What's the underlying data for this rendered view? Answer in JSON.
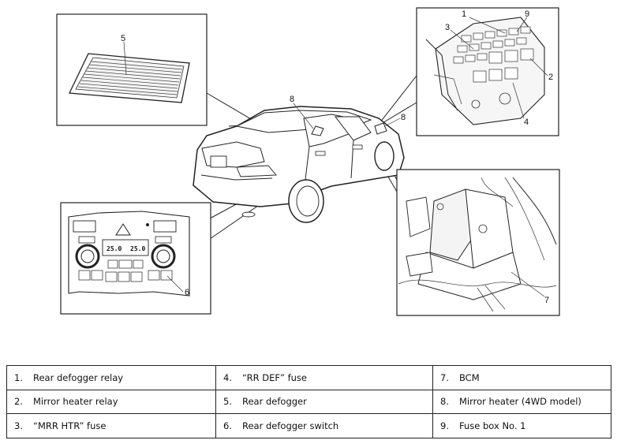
{
  "figure": {
    "callouts": {
      "c1": "1",
      "c2": "2",
      "c3": "3",
      "c4": "4",
      "c5": "5",
      "c6": "6",
      "c7": "7",
      "c8a": "8",
      "c8b": "8",
      "c9": "9"
    },
    "panel_text": {
      "temp_left": "25.0",
      "temp_right": "25.0"
    }
  },
  "legend": {
    "rows": [
      [
        {
          "num": "1.",
          "label": "Rear defogger relay"
        },
        {
          "num": "4.",
          "label": "“RR DEF” fuse"
        },
        {
          "num": "7.",
          "label": "BCM"
        }
      ],
      [
        {
          "num": "2.",
          "label": "Mirror heater relay"
        },
        {
          "num": "5.",
          "label": "Rear defogger"
        },
        {
          "num": "8.",
          "label": "Mirror heater (4WD model)"
        }
      ],
      [
        {
          "num": "3.",
          "label": "“MRR HTR” fuse"
        },
        {
          "num": "6.",
          "label": "Rear defogger switch"
        },
        {
          "num": "9.",
          "label": "Fuse box No. 1"
        }
      ]
    ]
  }
}
